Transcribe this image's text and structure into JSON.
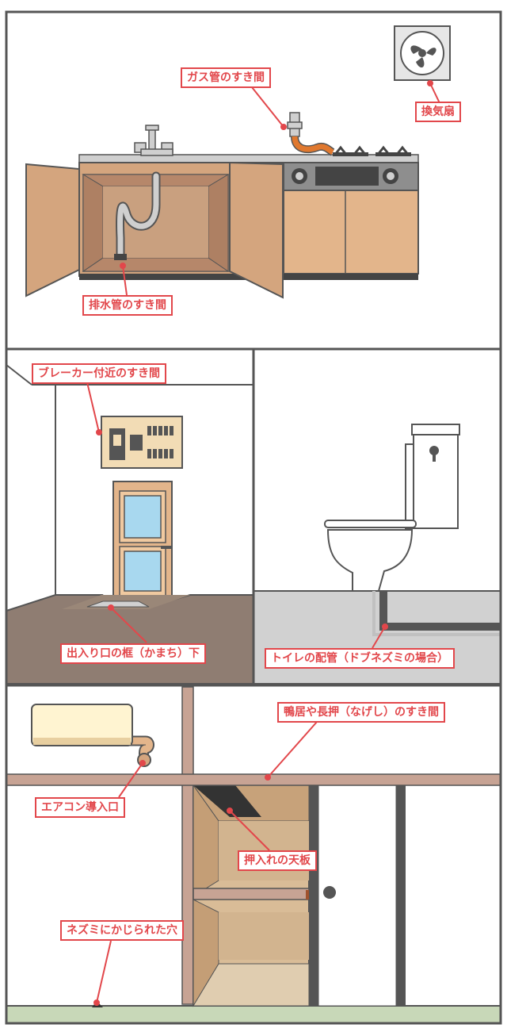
{
  "labels": {
    "gas_pipe": "ガス管のすき間",
    "ventilation_fan": "換気扇",
    "drain_pipe": "排水管のすき間",
    "breaker": "ブレーカー付近のすき間",
    "threshold": "出入り口の框（かまち）下",
    "toilet_pipe": "トイレの配管（ドブネズミの場合）",
    "kamoi": "鴨居や長押（なげし）のすき間",
    "aircon": "エアコン導入口",
    "closet_ceiling": "押入れの天板",
    "rat_hole": "ネズミにかじられた穴"
  },
  "colors": {
    "label_accent": "#e2474b",
    "frame": "#555555",
    "cabinet": "#d4a57e",
    "cabinet_inner": "#c09171",
    "floor_brown": "#8f7d72",
    "floor_gray": "#d1d1d1",
    "beam": "#c7a394",
    "tatami": "#c8d8b8",
    "pipe_orange": "#e0782e"
  }
}
